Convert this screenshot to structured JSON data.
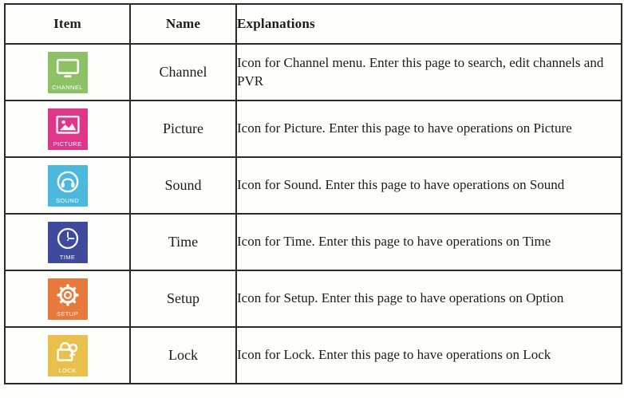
{
  "table": {
    "headers": {
      "item": "Item",
      "name": "Name",
      "explanations": "Explanations"
    },
    "rows": [
      {
        "icon": {
          "id": "channel-icon",
          "label": "CHANNEL",
          "color": "#8CC265",
          "glyph": "monitor"
        },
        "name": "Channel",
        "explanation": "Icon for Channel menu. Enter this page to search, edit channels and PVR"
      },
      {
        "icon": {
          "id": "picture-icon",
          "label": "PICTURE",
          "color": "#E0368A",
          "glyph": "photo"
        },
        "name": "Picture",
        "explanation": "Icon for Picture. Enter this page to have operations on Picture"
      },
      {
        "icon": {
          "id": "sound-icon",
          "label": "SOUND",
          "color": "#4BB8DE",
          "glyph": "headphones"
        },
        "name": "Sound",
        "explanation": "Icon for Sound. Enter this page to have operations on Sound"
      },
      {
        "icon": {
          "id": "time-icon",
          "label": "TIME",
          "color": "#3F4A9C",
          "glyph": "clock"
        },
        "name": "Time",
        "explanation": "Icon for Time. Enter this page to have operations on Time"
      },
      {
        "icon": {
          "id": "setup-icon",
          "label": "SETUP",
          "color": "#E8793C",
          "glyph": "gear"
        },
        "name": "Setup",
        "explanation": "Icon for Setup. Enter this page to have operations on Option"
      },
      {
        "icon": {
          "id": "lock-icon",
          "label": "LOCK",
          "color": "#E8C04B",
          "glyph": "padlock-key"
        },
        "name": "Lock",
        "explanation": "Icon for Lock. Enter this page to have operations on Lock"
      }
    ]
  }
}
